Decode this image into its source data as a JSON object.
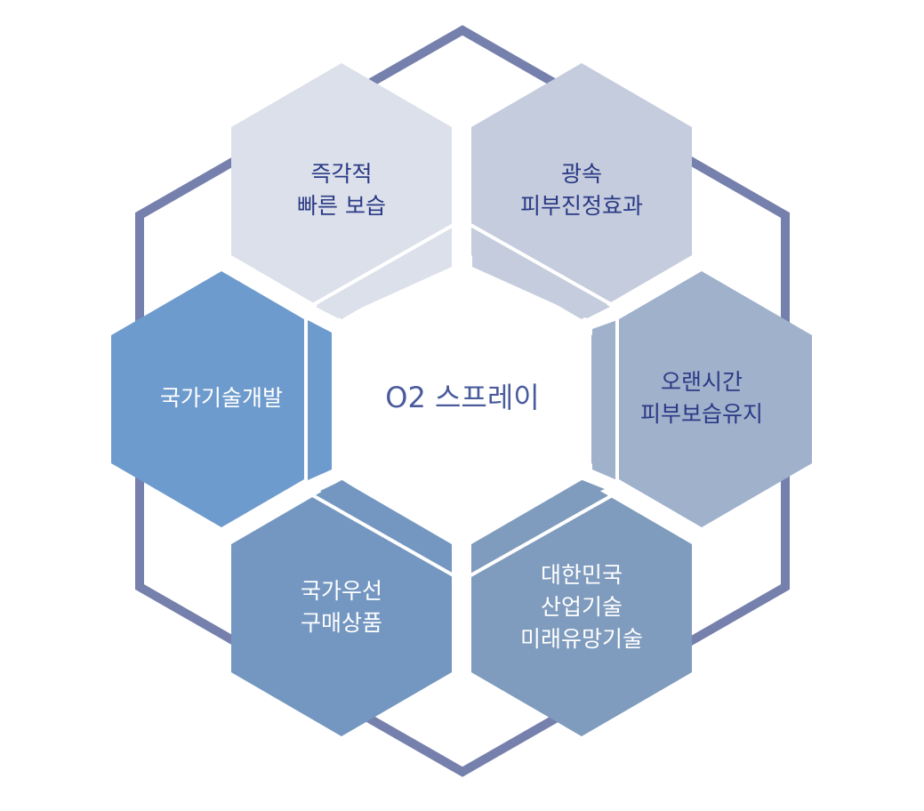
{
  "center": {
    "label": "O2 스프레이"
  },
  "hexagons": [
    {
      "id": "top-left",
      "lines": [
        "즉각적",
        "빠른 보습"
      ],
      "fill": "#dbe0ea",
      "text_color": "#2b3a86"
    },
    {
      "id": "top-right",
      "lines": [
        "광속",
        "피부진정효과"
      ],
      "fill": "#c4ccdd",
      "text_color": "#2b3a86"
    },
    {
      "id": "right",
      "lines": [
        "오랜시간",
        "피부보습유지"
      ],
      "fill": "#9fb1cb",
      "text_color": "#2b3a86"
    },
    {
      "id": "bottom-right",
      "lines": [
        "대한민국",
        "산업기술",
        "미래유망기술"
      ],
      "fill": "#7f9bbd",
      "text_color": "#ffffff"
    },
    {
      "id": "bottom-left",
      "lines": [
        "국가우선",
        "구매상품"
      ],
      "fill": "#7497c1",
      "text_color": "#ffffff"
    },
    {
      "id": "left",
      "lines": [
        "국가기술개발"
      ],
      "fill": "#6e9bcd",
      "text_color": "#ffffff"
    }
  ],
  "colors": {
    "outer_frame": "#7680ac",
    "background": "#ffffff"
  }
}
